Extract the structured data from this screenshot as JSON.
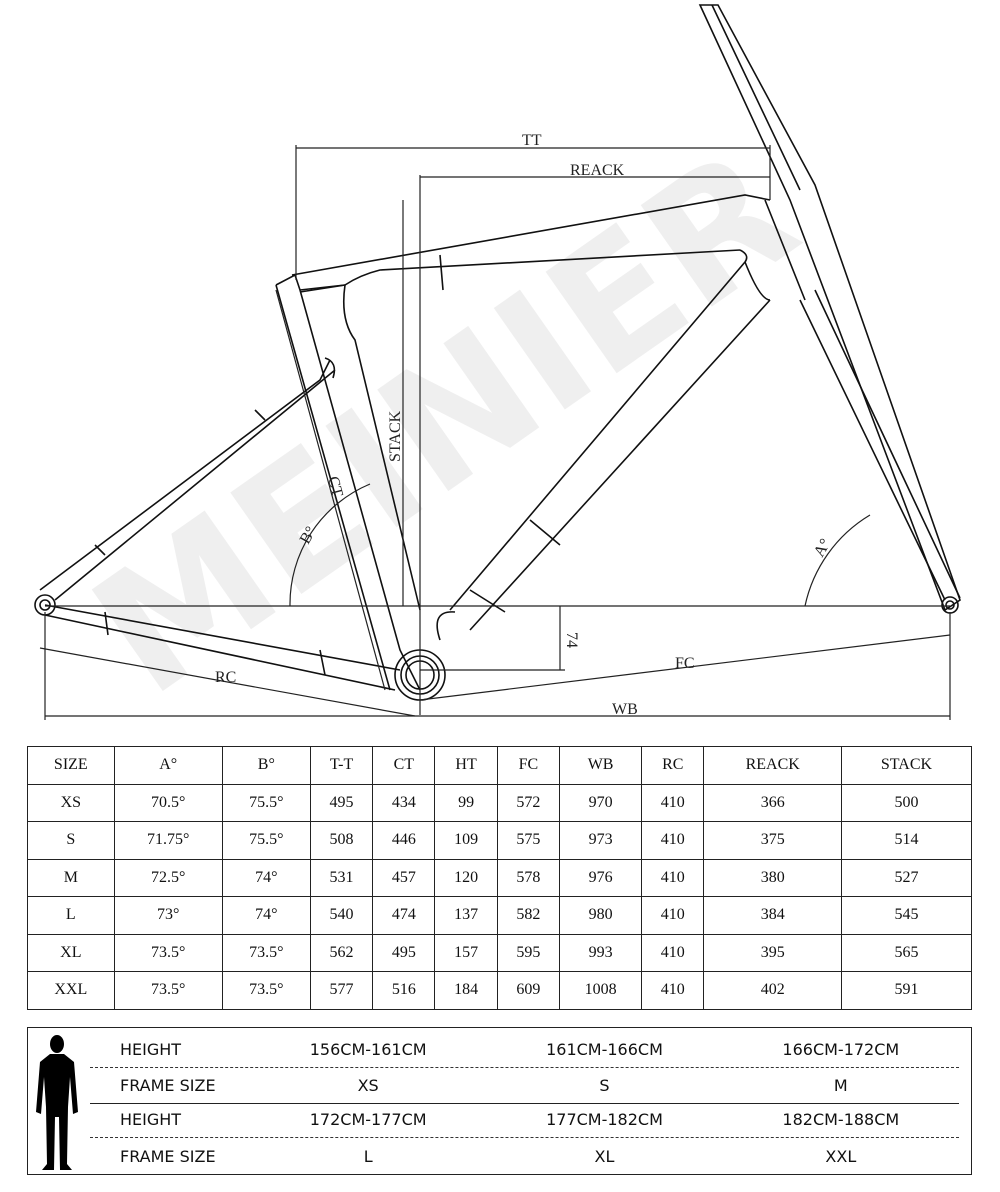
{
  "watermark": "MEINIER",
  "diagram": {
    "labels": {
      "tt": "TT",
      "reack": "REACK",
      "stack": "STACK",
      "ct": "CT",
      "b_angle": "B°",
      "a_angle": "A°",
      "bb_drop": "74",
      "fc": "FC",
      "rc": "RC",
      "wb": "WB"
    }
  },
  "geometry_table": {
    "headers": [
      "SIZE",
      "A°",
      "B°",
      "T-T",
      "CT",
      "HT",
      "FC",
      "WB",
      "RC",
      "REACK",
      "STACK"
    ],
    "rows": [
      [
        "XS",
        "70.5°",
        "75.5°",
        "495",
        "434",
        "99",
        "572",
        "970",
        "410",
        "366",
        "500"
      ],
      [
        "S",
        "71.75°",
        "75.5°",
        "508",
        "446",
        "109",
        "575",
        "973",
        "410",
        "375",
        "514"
      ],
      [
        "M",
        "72.5°",
        "74°",
        "531",
        "457",
        "120",
        "578",
        "976",
        "410",
        "380",
        "527"
      ],
      [
        "L",
        "73°",
        "74°",
        "540",
        "474",
        "137",
        "582",
        "980",
        "410",
        "384",
        "545"
      ],
      [
        "XL",
        "73.5°",
        "73.5°",
        "562",
        "495",
        "157",
        "595",
        "993",
        "410",
        "395",
        "565"
      ],
      [
        "XXL",
        "73.5°",
        "73.5°",
        "577",
        "516",
        "184",
        "609",
        "1008",
        "410",
        "402",
        "591"
      ]
    ]
  },
  "size_chart": {
    "rows": [
      {
        "label": "HEIGHT",
        "values": [
          "156CM-161CM",
          "161CM-166CM",
          "166CM-172CM"
        ]
      },
      {
        "label": "FRAME SIZE",
        "values": [
          "XS",
          "S",
          "M"
        ]
      },
      {
        "label": "HEIGHT",
        "values": [
          "172CM-177CM",
          "177CM-182CM",
          "182CM-188CM"
        ]
      },
      {
        "label": "FRAME SIZE",
        "values": [
          "L",
          "XL",
          "XXL"
        ]
      }
    ]
  }
}
